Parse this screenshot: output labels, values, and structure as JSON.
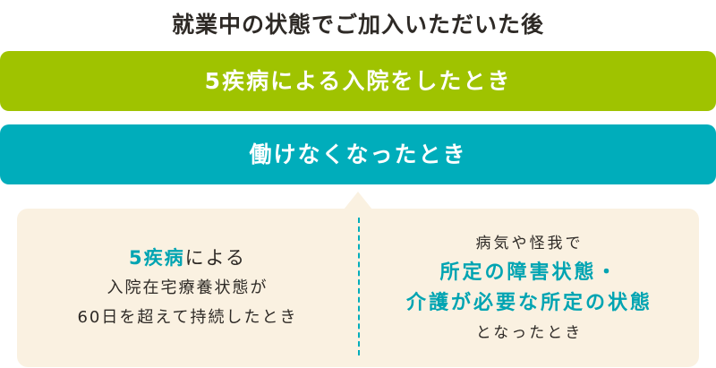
{
  "title": "就業中の状態でご加入いただいた後",
  "bars": [
    {
      "label": "5疾病による入院をしたとき",
      "color": "#9fc300"
    },
    {
      "label": "働けなくなったとき",
      "color": "#00adbb"
    }
  ],
  "panel": {
    "background": "#faf1e1",
    "accent_color": "#00a4b2",
    "left": {
      "line1_accent": "5疾病",
      "line1_rest": "による",
      "line2": "入院在宅療養状態が",
      "line3": "60日を超えて持続したとき"
    },
    "right": {
      "line1": "病気や怪我で",
      "line2": "所定の障害状態・",
      "line3": "介護が必要な所定の状態",
      "line4": "となったとき"
    }
  }
}
